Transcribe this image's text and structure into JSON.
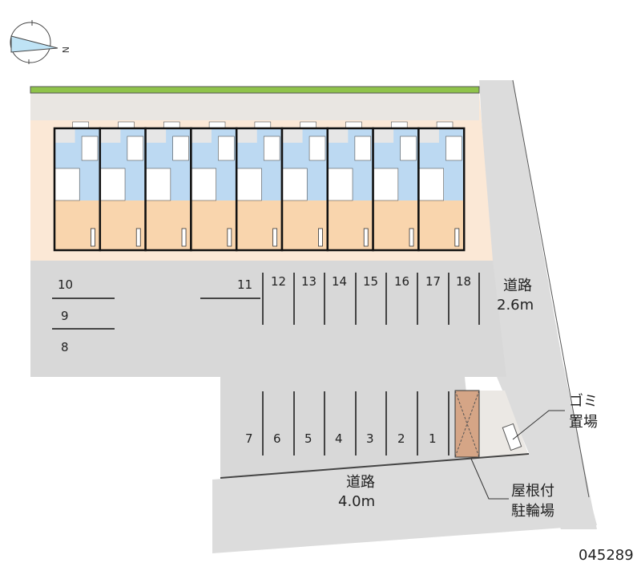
{
  "compass": {
    "north_label": "N"
  },
  "parking_top": [
    "10",
    "9",
    "8",
    "11",
    "12",
    "13",
    "14",
    "15",
    "16",
    "17",
    "18"
  ],
  "parking_bottom": [
    "7",
    "6",
    "5",
    "4",
    "3",
    "2",
    "1"
  ],
  "labels": {
    "road_right_line1": "道路",
    "road_right_line2": "2.6m",
    "road_bottom_line1": "道路",
    "road_bottom_line2": "4.0m",
    "garbage_line1": "ゴミ",
    "garbage_line2": "置場",
    "bike_line1": "屋根付",
    "bike_line2": "駐輪場"
  },
  "property_code": "045289",
  "unit_count": 9,
  "colors": {
    "road": "#dcdcdc",
    "lot": "#fbe8d6",
    "unit_living": "#f9d5ad",
    "unit_wet": "#bcd9f2",
    "hedge": "#8fc34a",
    "bike_shelter": "#d5a586"
  }
}
